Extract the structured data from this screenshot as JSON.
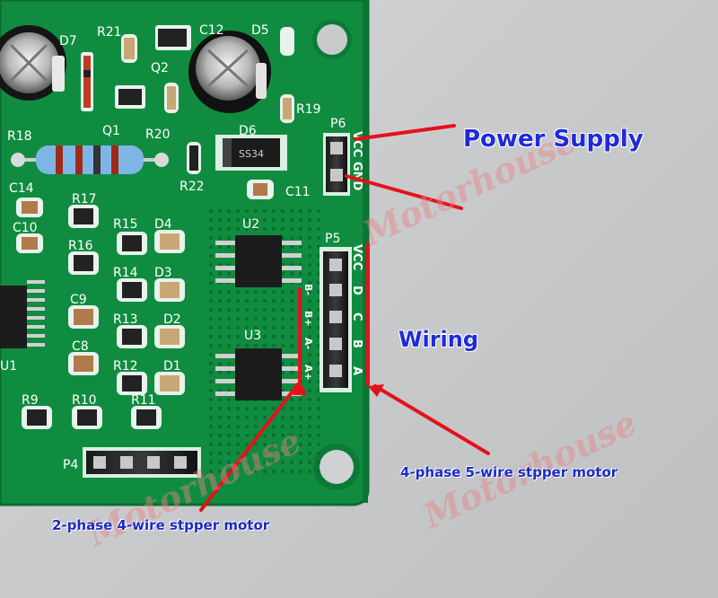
{
  "labels": {
    "power_supply": "Power Supply",
    "wiring": "Wiring",
    "five_wire": "4-phase 5-wire stpper motor",
    "four_wire": "2-phase 4-wire stpper motor"
  },
  "watermark": "Motorhouse",
  "silkscreen": {
    "refs": [
      "D7",
      "R21",
      "C12",
      "D5",
      "Q2",
      "R19",
      "Q1",
      "R20",
      "D6",
      "P6",
      "R18",
      "C14",
      "R17",
      "R22",
      "C11",
      "U2",
      "C10",
      "R15",
      "D4",
      "P5",
      "R16",
      "D3",
      "R14",
      "C9",
      "R13",
      "D2",
      "U3",
      "C8",
      "R12",
      "D1",
      "U1",
      "R9",
      "R10",
      "R11",
      "P4"
    ],
    "diode_marking": "SS34",
    "p6_pins": [
      "VCC",
      "GND"
    ],
    "p5_pins": [
      "VCC",
      "D",
      "C",
      "B",
      "A"
    ],
    "p5_side_pins": [
      "B-",
      "B+",
      "A-",
      "A+"
    ]
  },
  "colors": {
    "board": "#0f8a3f",
    "board_dark": "#0a6b30",
    "arrow": "#e4121b",
    "label_blue": "#1f2bd8"
  }
}
